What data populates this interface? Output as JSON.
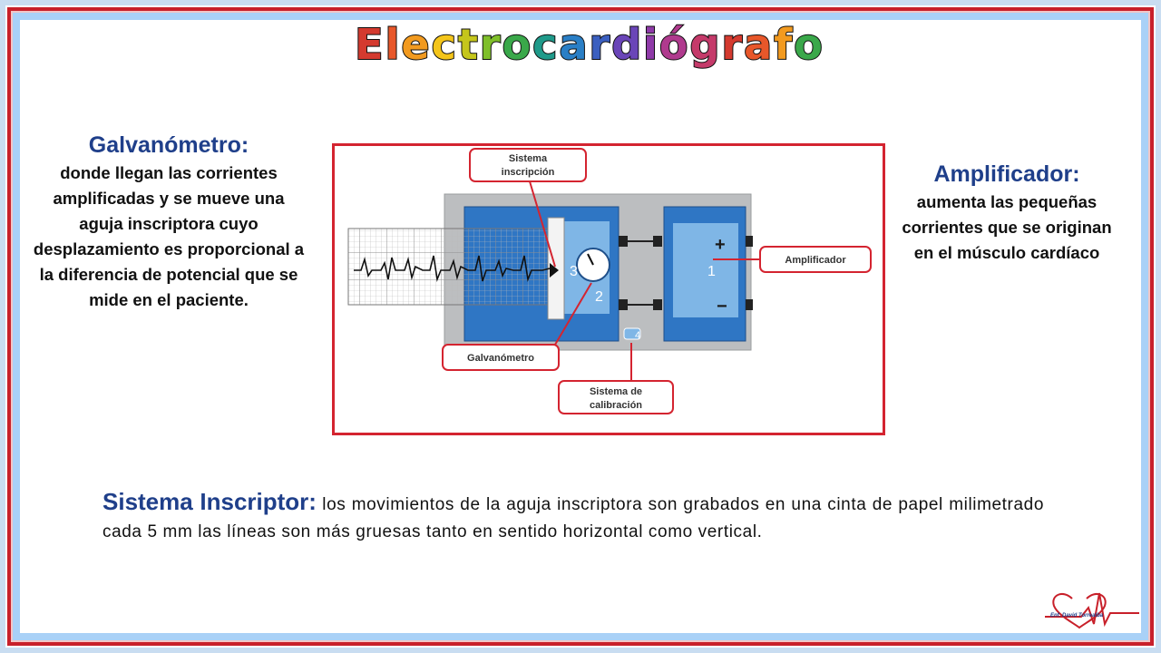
{
  "title": "Electrocardiógrafo",
  "title_colors": [
    "#d43a2f",
    "#e8572a",
    "#f29a1f",
    "#f4c51a",
    "#c5c61b",
    "#7fbf2a",
    "#3aa84a",
    "#1f9a8a",
    "#2a7fc6",
    "#3b5fc0",
    "#6a45b8",
    "#8f3aa8",
    "#b03a8e",
    "#c53a6a",
    "#d43a2f",
    "#e8572a",
    "#f29a1f",
    "#3aa84a"
  ],
  "galvanometro": {
    "heading": "Galvanómetro:",
    "body": "donde llegan las corrientes amplificadas y se mueve una aguja inscriptora cuyo desplazamiento es proporcional a la diferencia de potencial que se mide en el paciente."
  },
  "amplificador": {
    "heading": "Amplificador:",
    "body": "aumenta las pequeñas corrientes que se originan en el músculo cardíaco"
  },
  "sistema_inscriptor": {
    "heading": "Sistema Inscriptor:",
    "body": "los movimientos de la aguja inscriptora son grabados en una cinta de papel milimetrado cada 5 mm las líneas son más gruesas tanto en sentido horizontal como vertical."
  },
  "diagram": {
    "label_inscripcion_1": "Sistema",
    "label_inscripcion_2": "inscripción",
    "label_amplificador": "Amplificador",
    "label_galvanometro": "Galvanómetro",
    "label_calibracion_1": "Sistema de",
    "label_calibracion_2": "calibración",
    "num_1": "1",
    "num_2": "2",
    "num_3": "3",
    "num_4": "4",
    "plus": "+",
    "minus": "−"
  },
  "logo": {
    "text": "Enf. David Torrealba"
  },
  "colors": {
    "accent_blue": "#1f3f8a",
    "frame_red": "#c8202a",
    "frame_blue": "#a9d1f7",
    "device_blue": "#2f76c4",
    "device_light": "#7fb6e6"
  }
}
